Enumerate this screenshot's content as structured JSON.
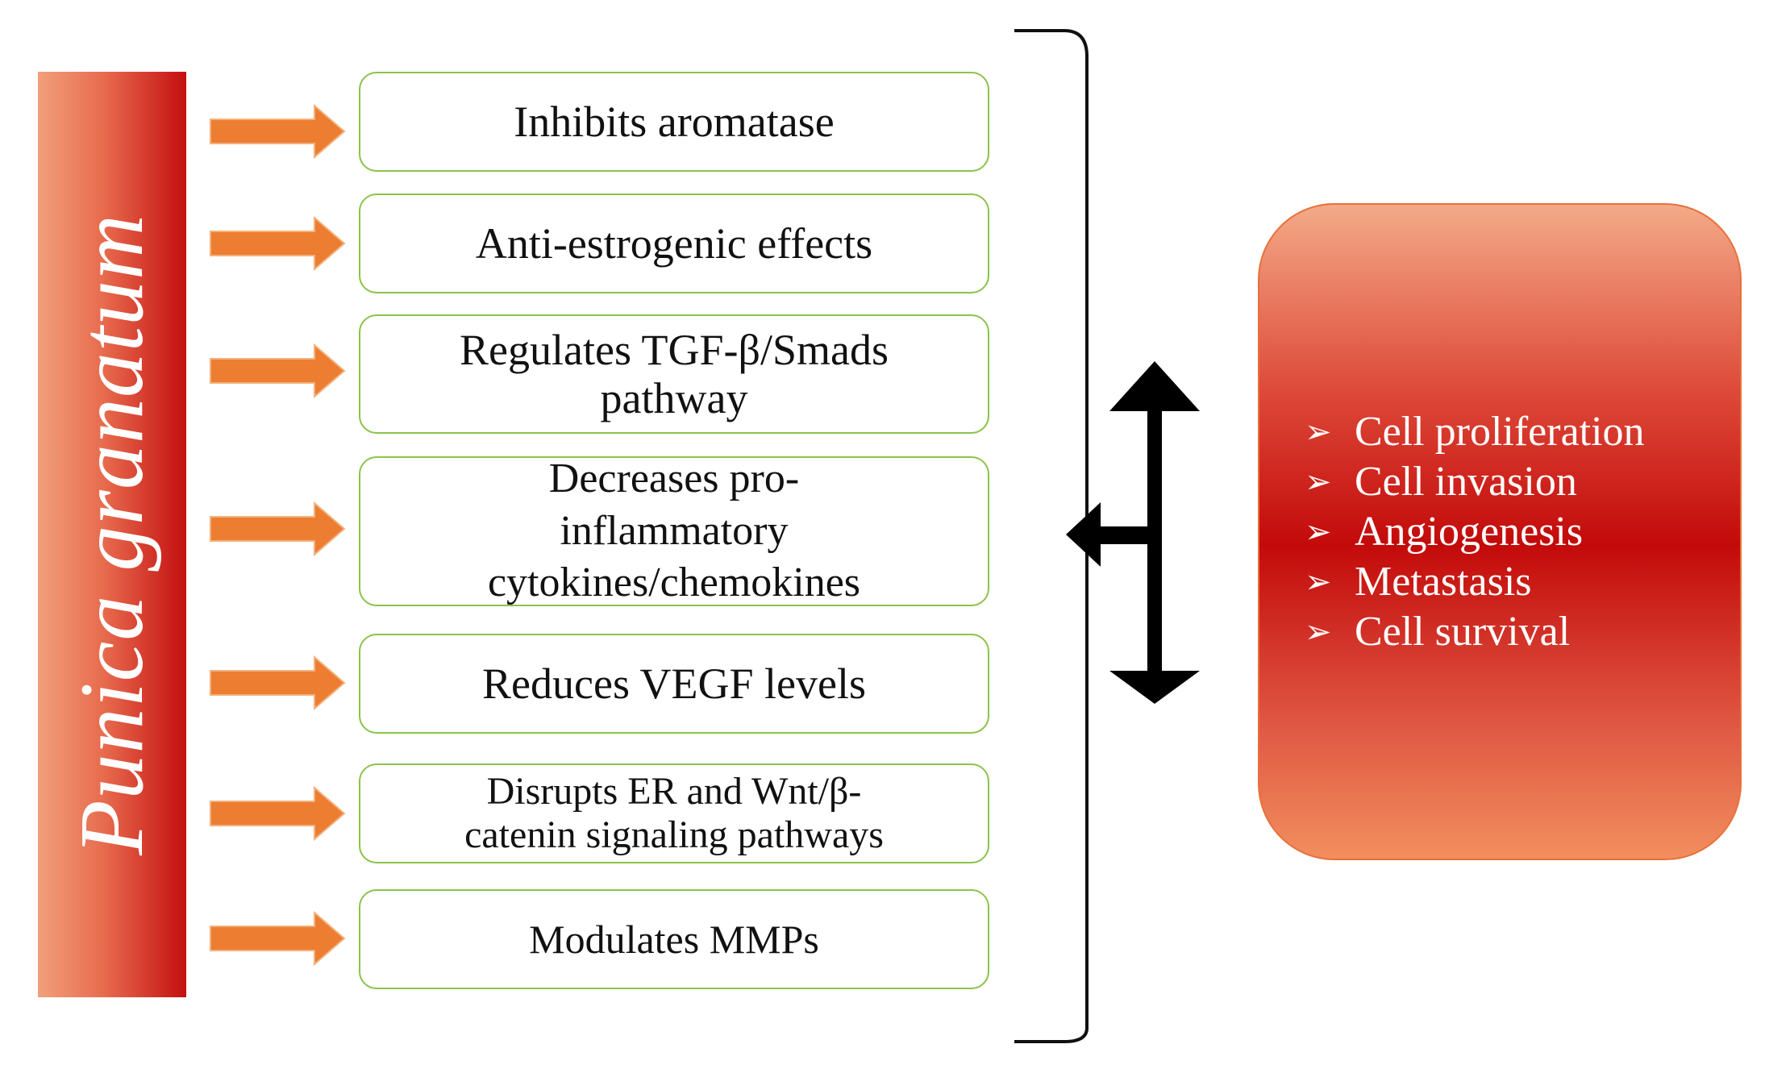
{
  "source": {
    "label": "Punica granatum",
    "colors": {
      "start": "#f1a07a",
      "end": "#c40f10"
    }
  },
  "effects": [
    {
      "lines": [
        "Inhibits aromatase"
      ]
    },
    {
      "lines": [
        "Anti-estrogenic effects"
      ]
    },
    {
      "lines": [
        "Regulates TGF-β/Smads",
        "pathway"
      ]
    },
    {
      "lines": [
        "Decreases pro-",
        "inflammatory",
        "cytokines/chemokines"
      ]
    },
    {
      "lines": [
        "Reduces VEGF levels"
      ]
    },
    {
      "lines": [
        "Disrupts ER and Wnt/β-",
        "catenin signaling pathways"
      ]
    },
    {
      "lines": [
        "Modulates MMPs"
      ]
    }
  ],
  "arrow_icon": "right-arrow-icon",
  "connector_icons": [
    "bracket-icon",
    "inhibit-arrow-icon"
  ],
  "outcomes": {
    "bullet_icon": "chevron-bullet-icon",
    "bullet_glyph": "➢",
    "items": [
      "Cell proliferation",
      "Cell invasion",
      "Angiogenesis",
      "Metastasis",
      "Cell survival"
    ]
  },
  "colors": {
    "arrow_fill": "#ed7d31",
    "box_border": "#8bc34a",
    "target_red": "#c30a0a",
    "target_border": "#e8703a"
  }
}
